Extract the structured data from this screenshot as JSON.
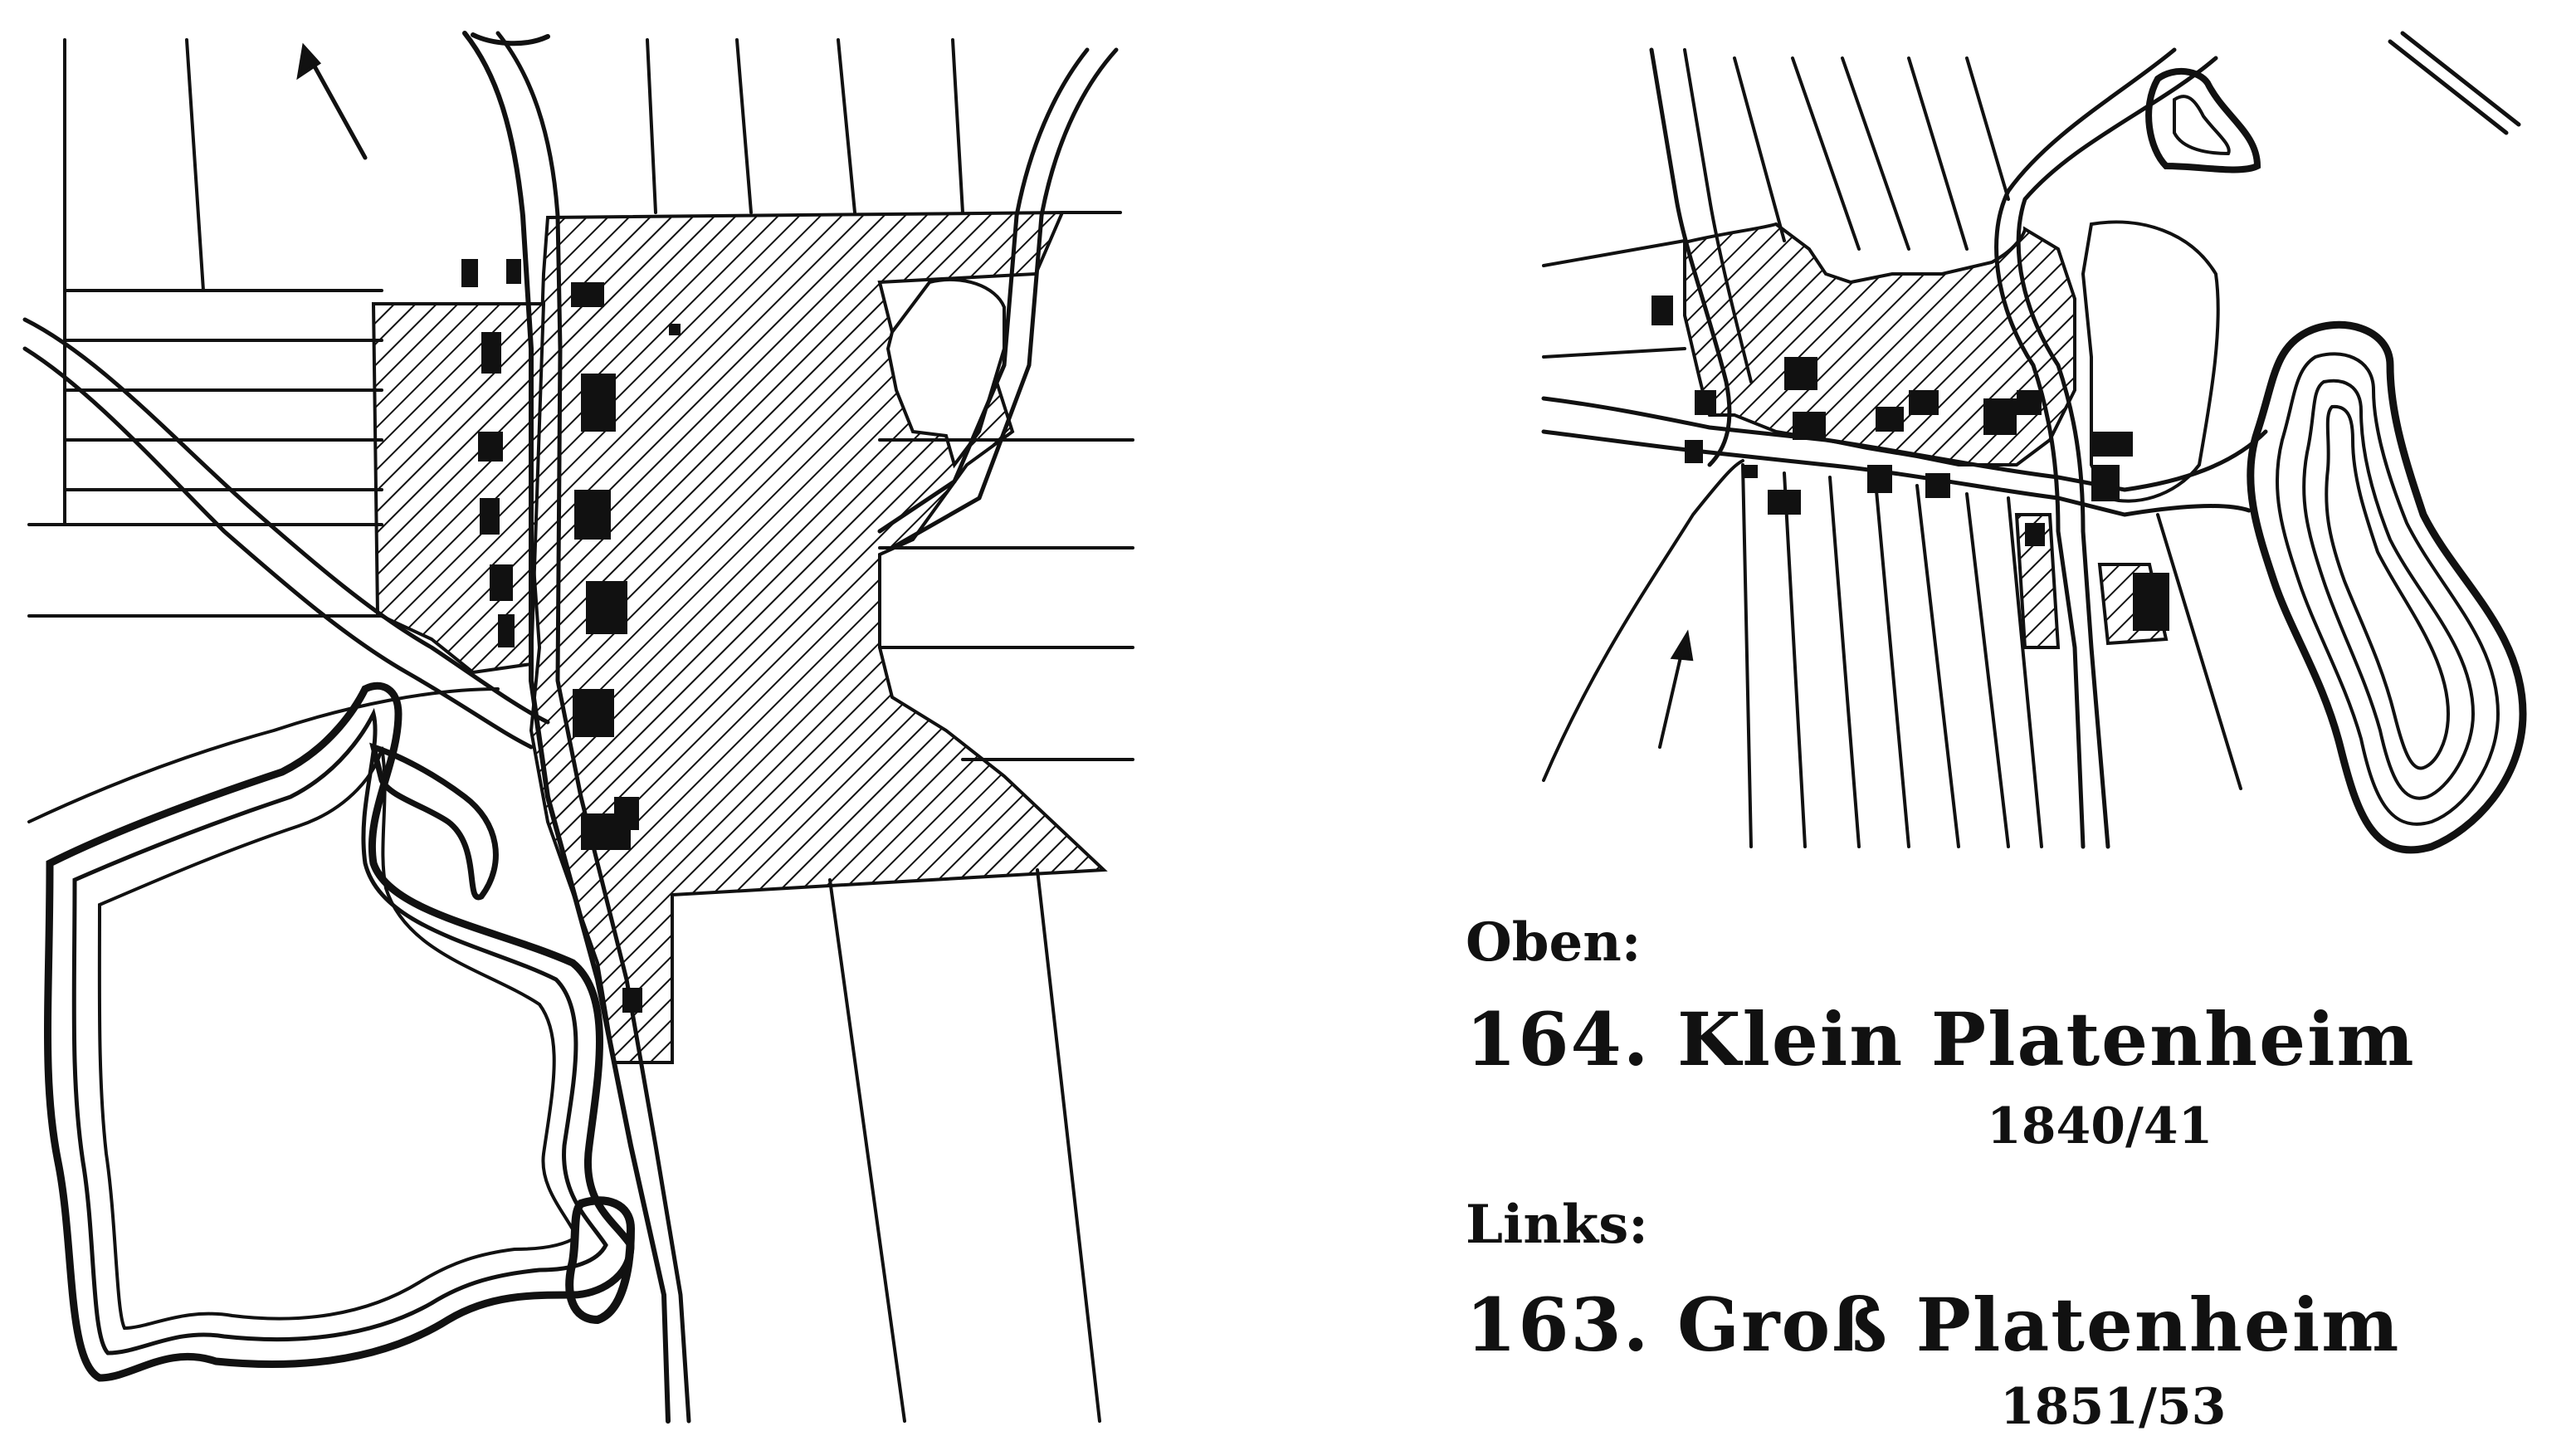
{
  "captions": {
    "top_label": "Oben:",
    "top_title": "164. Klein Platenheim",
    "top_year": "1840/41",
    "left_label": "Links:",
    "left_title": "163. Groß Platenheim",
    "left_year": "1851/53"
  },
  "colors": {
    "ink": "#111111",
    "paper": "#ffffff"
  },
  "icons": {
    "north_arrow_left": "north-arrow-icon",
    "north_arrow_right": "north-arrow-icon"
  }
}
